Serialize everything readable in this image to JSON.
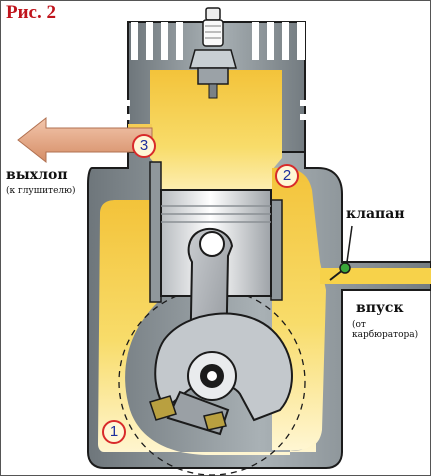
{
  "figure": {
    "title": "Рис. 2",
    "labels": {
      "exhaust": "выхлоп",
      "exhaust_sub": "(к глушителю)",
      "valve": "клапан",
      "intake": "впуск",
      "intake_sub_1": "(от",
      "intake_sub_2": "карбюратора)"
    },
    "markers": [
      "1",
      "2",
      "3"
    ]
  },
  "colors": {
    "fuel_mixture": "#f7d24a",
    "engine_body": "#8f979c",
    "outline": "#1b1b1b",
    "exhaust_arrow": "#e4a27e",
    "marker_ring": "#d82a2a",
    "marker_text": "#1c2f9c",
    "title": "#c0141c"
  },
  "icons": [
    "spark-plug-icon",
    "piston-icon",
    "connecting-rod-icon",
    "crankshaft-icon",
    "reed-valve-icon",
    "exhaust-arrow-icon"
  ]
}
